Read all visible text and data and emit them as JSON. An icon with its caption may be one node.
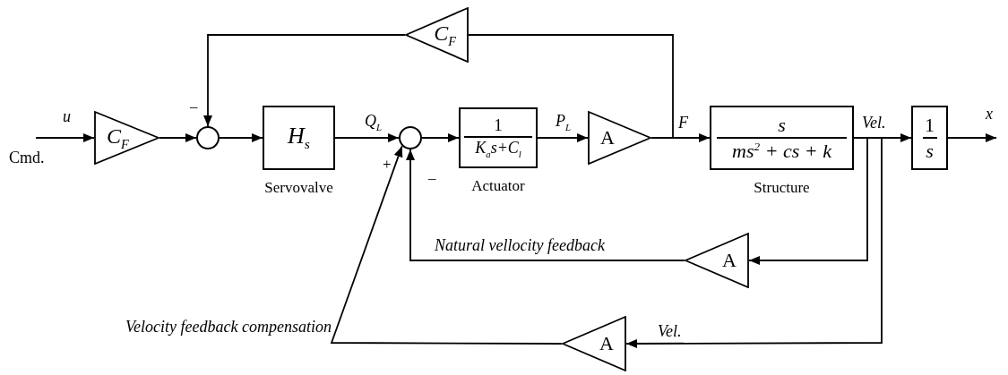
{
  "diagram": {
    "nodes": [
      {
        "text": [
          "C$_{F}$"
        ]
      },
      {
        "text": [],
        "shape": "circle"
      },
      {
        "text": [
          "H$_{s}$"
        ],
        "beside": [
          "Servovalve"
        ]
      },
      {
        "text": [],
        "shape": "circle"
      },
      {
        "text": [
          "1",
          "K$_{a}$s+C$_{l}$"
        ],
        "beside": [
          "Actuator"
        ]
      },
      {
        "text": [
          "A"
        ]
      },
      {
        "text": [
          "s",
          "ms$^{2}$ + cs + k"
        ],
        "beside": [
          "Structure"
        ]
      },
      {
        "text": [
          "1",
          "s"
        ]
      },
      {
        "text": [
          "C$_{F}$"
        ]
      },
      {
        "text": [
          "A"
        ]
      },
      {
        "text": [
          "A"
        ]
      }
    ],
    "edges": [
      {
        "from": null,
        "to": 0,
        "arrow": "to",
        "label": "u"
      },
      {
        "from": 0,
        "to": 1,
        "arrow": "to"
      },
      {
        "from": 1,
        "to": 2,
        "arrow": "to"
      },
      {
        "from": 2,
        "to": 3,
        "arrow": "to",
        "label": "Q$_{L}$"
      },
      {
        "from": 3,
        "to": 4,
        "arrow": "to"
      },
      {
        "from": 4,
        "to": 5,
        "arrow": "to",
        "label": "P$_{L}$"
      },
      {
        "from": 5,
        "to": 6,
        "arrow": "to",
        "label": "F"
      },
      {
        "from": 5,
        "to": 8,
        "arrow": "none"
      },
      {
        "from": 8,
        "to": 1,
        "arrow": "to"
      },
      {
        "from": 6,
        "to": 7,
        "arrow": "to",
        "label": "Vel."
      },
      {
        "from": 7,
        "to": null,
        "arrow": "to",
        "label": "x"
      },
      {
        "from": 6,
        "to": 9,
        "arrow": "to"
      },
      {
        "from": 9,
        "to": 3,
        "arrow": "to",
        "label": "Natural vellocity feedback"
      },
      {
        "from": 6,
        "to": 10,
        "arrow": "to",
        "label": "Vel."
      },
      {
        "from": 10,
        "to": 3,
        "arrow": "to",
        "label": "Velocity feedback compensation"
      }
    ],
    "labels": [
      "–",
      "Cmd.",
      "+",
      "–"
    ]
  }
}
